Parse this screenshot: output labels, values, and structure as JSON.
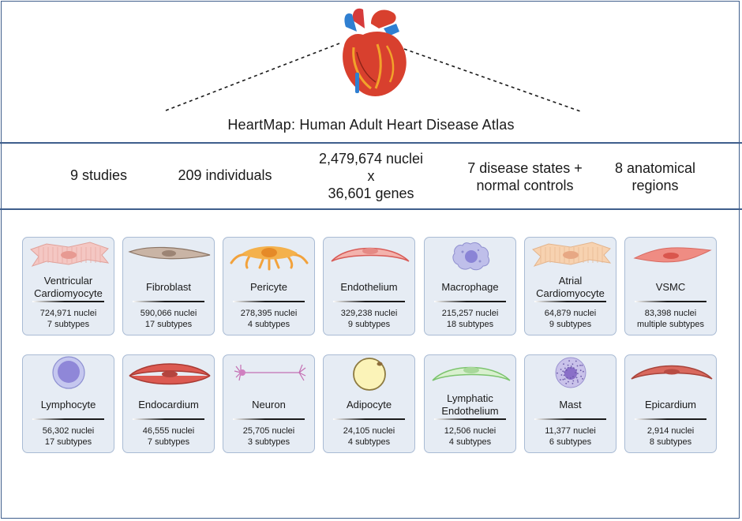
{
  "header": {
    "title": "HeartMap: Human Adult Heart Disease Atlas",
    "icon": "heart-icon"
  },
  "stats": [
    {
      "lines": [
        "9 studies"
      ]
    },
    {
      "lines": [
        "209 individuals"
      ]
    },
    {
      "lines": [
        "2,479,674 nuclei",
        "x",
        "36,601 genes"
      ]
    },
    {
      "lines": [
        "7 disease states +",
        "normal controls"
      ]
    },
    {
      "lines": [
        "8 anatomical",
        "regions"
      ]
    }
  ],
  "cell_types": [
    {
      "name_lines": [
        "Ventricular",
        "Cardiomyocyte"
      ],
      "nuclei": "724,971 nuclei",
      "subtypes": "7 subtypes",
      "icon": "cardiomyocyte-icon"
    },
    {
      "name_lines": [
        "Fibroblast"
      ],
      "nuclei": "590,066 nuclei",
      "subtypes": "17 subtypes",
      "icon": "fibroblast-icon"
    },
    {
      "name_lines": [
        "Pericyte"
      ],
      "nuclei": "278,395 nuclei",
      "subtypes": "4 subtypes",
      "icon": "pericyte-icon"
    },
    {
      "name_lines": [
        "Endothelium"
      ],
      "nuclei": "329,238 nuclei",
      "subtypes": "9 subtypes",
      "icon": "endothelium-icon"
    },
    {
      "name_lines": [
        "Macrophage"
      ],
      "nuclei": "215,257 nuclei",
      "subtypes": "18 subtypes",
      "icon": "macrophage-icon"
    },
    {
      "name_lines": [
        "Atrial",
        "Cardiomyocyte"
      ],
      "nuclei": "64,879 nuclei",
      "subtypes": "9 subtypes",
      "icon": "atrial-cardiomyocyte-icon"
    },
    {
      "name_lines": [
        "VSMC"
      ],
      "nuclei": "83,398 nuclei",
      "subtypes": "multiple subtypes",
      "icon": "vsmc-icon"
    },
    {
      "name_lines": [
        "Lymphocyte"
      ],
      "nuclei": "56,302 nuclei",
      "subtypes": "17 subtypes",
      "icon": "lymphocyte-icon"
    },
    {
      "name_lines": [
        "Endocardium"
      ],
      "nuclei": "46,555 nuclei",
      "subtypes": "7 subtypes",
      "icon": "endocardium-icon"
    },
    {
      "name_lines": [
        "Neuron"
      ],
      "nuclei": "25,705 nuclei",
      "subtypes": "3 subtypes",
      "icon": "neuron-icon"
    },
    {
      "name_lines": [
        "Adipocyte"
      ],
      "nuclei": "24,105 nuclei",
      "subtypes": "4 subtypes",
      "icon": "adipocyte-icon"
    },
    {
      "name_lines": [
        "Lymphatic",
        "Endothelium"
      ],
      "nuclei": "12,506 nuclei",
      "subtypes": "4 subtypes",
      "icon": "lymphatic-endothelium-icon"
    },
    {
      "name_lines": [
        "Mast"
      ],
      "nuclei": "11,377 nuclei",
      "subtypes": "6 subtypes",
      "icon": "mast-cell-icon"
    },
    {
      "name_lines": [
        "Epicardium"
      ],
      "nuclei": "2,914 nuclei",
      "subtypes": "8 subtypes",
      "icon": "epicardium-icon"
    }
  ],
  "colors": {
    "frame": "#3f5e8c",
    "card_bg": "#e6ecf4",
    "card_border": "#a9bbd4"
  }
}
